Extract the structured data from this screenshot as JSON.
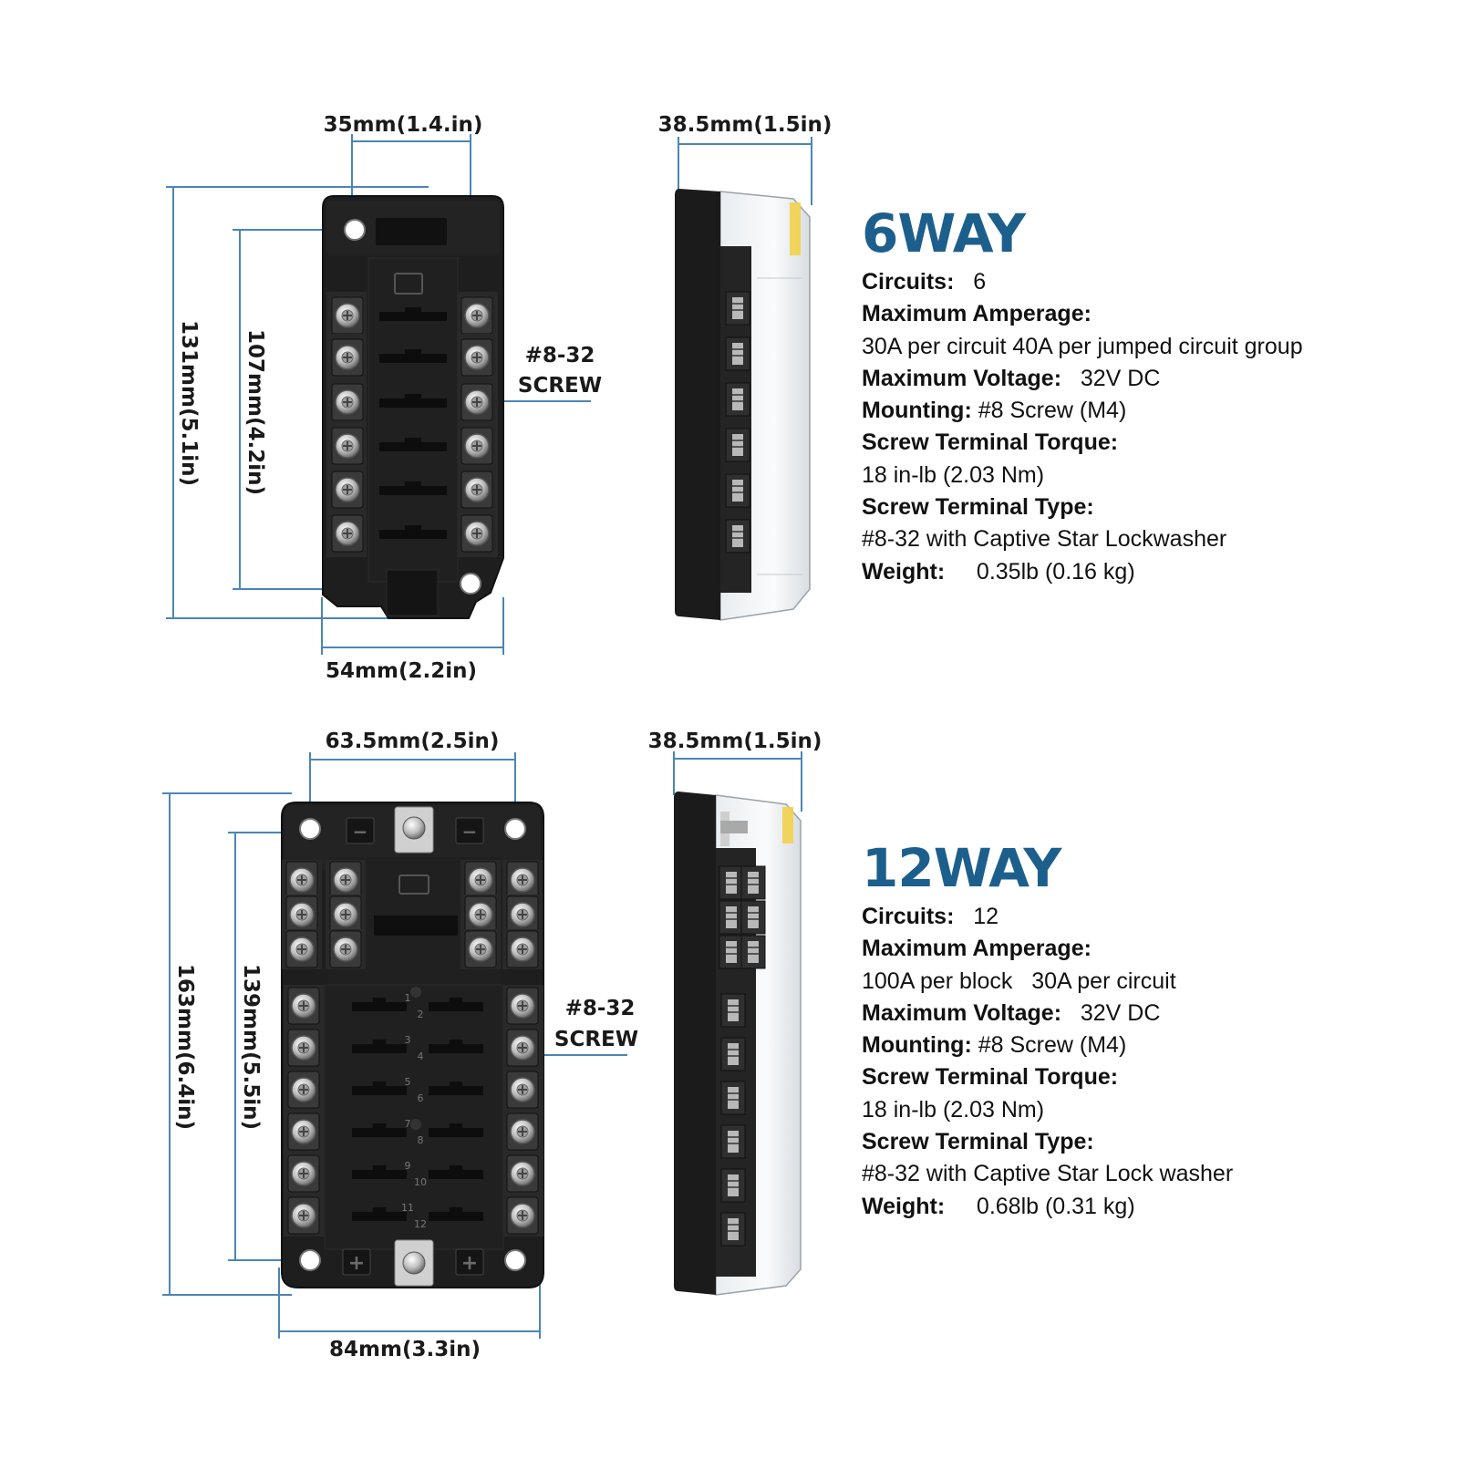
{
  "top": {
    "dimensions": {
      "top_width": "35mm(1.4.in)",
      "side_depth": "38.5mm(1.5in)",
      "overall_height": "131mm(5.1in)",
      "hole_spacing": "107mm(4.2in)",
      "bottom_width": "54mm(2.2in)",
      "screw_line1": "#8-32",
      "screw_line2": "SCREW"
    },
    "specs": {
      "title": "6WAY",
      "circuits_label": "Circuits:",
      "circuits_value": "6",
      "amperage_label": "Maximum Amperage:",
      "amperage_value": "30A per circuit 40A per jumped circuit group",
      "voltage_label": "Maximum Voltage:",
      "voltage_value": "32V DC",
      "mounting_label": "Mounting:",
      "mounting_value": "#8 Screw (M4)",
      "torque_label": "Screw Terminal Torque:",
      "torque_value": "18 in-lb (2.03 Nm)",
      "type_label": "Screw Terminal Type:",
      "type_value": "#8-32 with Captive Star Lockwasher",
      "weight_label": "Weight:",
      "weight_value": "0.35lb (0.16 kg)"
    }
  },
  "bottom": {
    "dimensions": {
      "top_width": "63.5mm(2.5in)",
      "side_depth": "38.5mm(1.5in)",
      "overall_height": "163mm(6.4in)",
      "hole_spacing": "139mm(5.5in)",
      "bottom_width": "84mm(3.3in)",
      "screw_line1": "#8-32",
      "screw_line2": "SCREW"
    },
    "fuse_numbers": [
      "1",
      "2",
      "3",
      "4",
      "5",
      "6",
      "7",
      "8",
      "9",
      "10",
      "11",
      "12"
    ],
    "polarity_minus": "−",
    "polarity_plus": "+",
    "specs": {
      "title": "12WAY",
      "circuits_label": "Circuits:",
      "circuits_value": "12",
      "amperage_label": "Maximum Amperage:",
      "amperage_value": "100A per block   30A per circuit",
      "voltage_label": "Maximum Voltage:",
      "voltage_value": "32V DC",
      "mounting_label": "Mounting:",
      "mounting_value": "#8 Screw (M4)",
      "torque_label": "Screw Terminal Torque:",
      "torque_value": "18 in-lb (2.03 Nm)",
      "type_label": "Screw Terminal Type:",
      "type_value": "#8-32 with Captive Star Lock washer",
      "weight_label": "Weight:",
      "weight_value": "0.68lb (0.31 kg)"
    }
  },
  "colors": {
    "accent": "#1d5f8c",
    "dimension_line": "#4a86b5",
    "body": "#1c1c1c",
    "terminal_screw": "#c9c9c9"
  }
}
